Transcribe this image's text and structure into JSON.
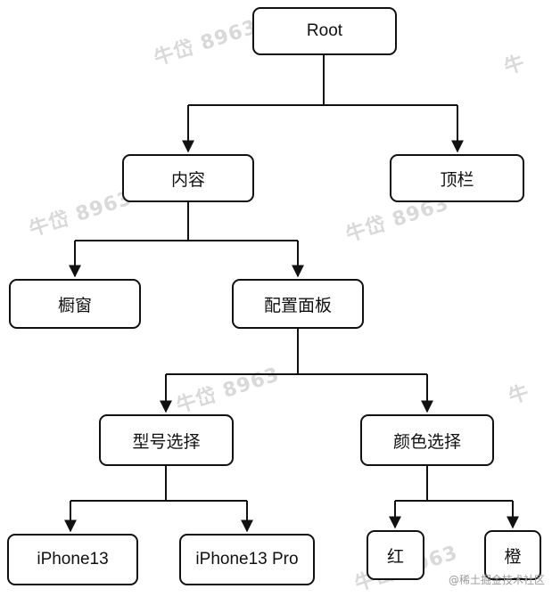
{
  "diagram": {
    "nodes": {
      "root": "Root",
      "content": "内容",
      "topbar": "顶栏",
      "showcase": "橱窗",
      "config_panel": "配置面板",
      "model_select": "型号选择",
      "color_select": "颜色选择",
      "iphone13": "iPhone13",
      "iphone13pro": "iPhone13 Pro",
      "red": "红",
      "orange": "橙"
    },
    "edges": [
      [
        "Root",
        "内容"
      ],
      [
        "Root",
        "顶栏"
      ],
      [
        "内容",
        "橱窗"
      ],
      [
        "内容",
        "配置面板"
      ],
      [
        "配置面板",
        "型号选择"
      ],
      [
        "配置面板",
        "颜色选择"
      ],
      [
        "型号选择",
        "iPhone13"
      ],
      [
        "型号选择",
        "iPhone13 Pro"
      ],
      [
        "颜色选择",
        "红"
      ],
      [
        "颜色选择",
        "橙"
      ]
    ]
  },
  "watermark": {
    "text": "牛岱 8963"
  },
  "credit": "@稀土掘金技术社区"
}
